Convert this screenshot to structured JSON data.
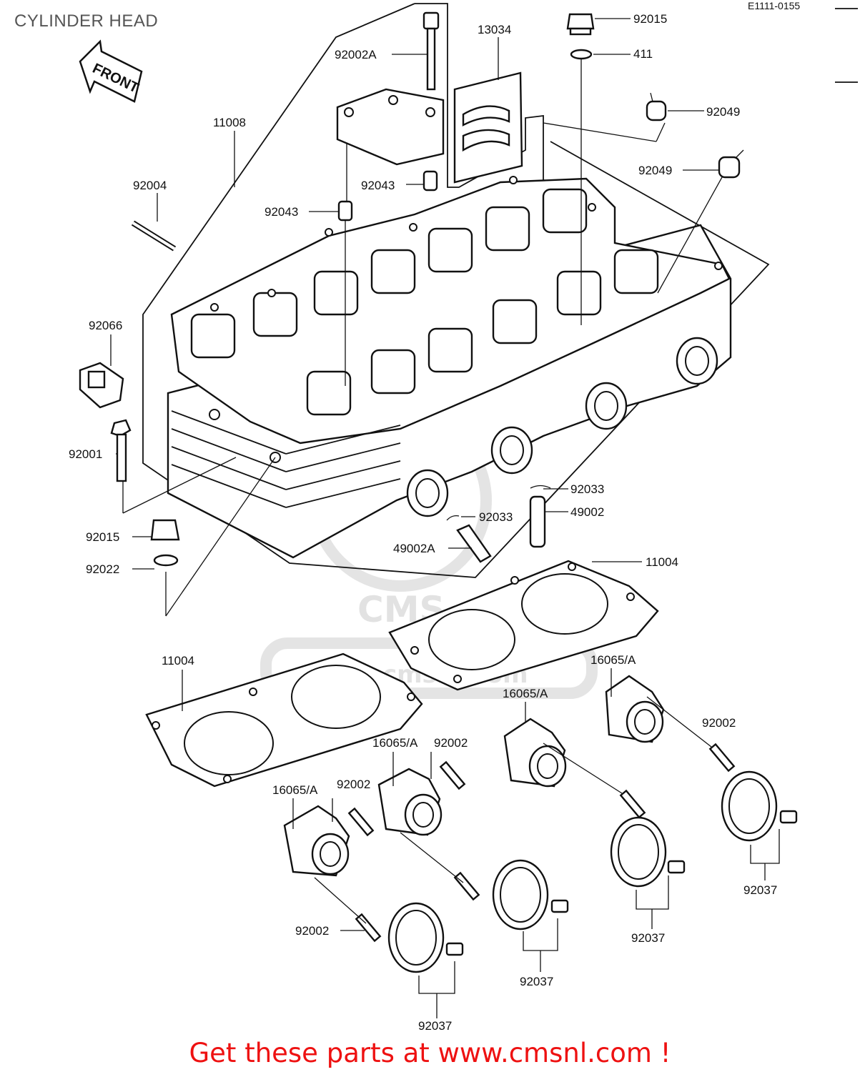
{
  "header": {
    "title": "CYLINDER HEAD",
    "diagram_code": "E1111-0155",
    "front_arrow_label": "FRONT"
  },
  "footer": {
    "banner": "Get these parts at www.cmsnl.com !"
  },
  "watermark": {
    "text": "CMS",
    "url_text": "www.cmsnl.com"
  },
  "colors": {
    "banner": "#ee1111",
    "line_art": "#111111",
    "watermark": "#e4e4e4"
  },
  "callouts": [
    "92015",
    "92002A",
    "13034",
    "411",
    "92049",
    "11008",
    "92049",
    "92004",
    "92043",
    "92043",
    "92066",
    "92001",
    "92033",
    "49002",
    "92033",
    "92015",
    "49002A",
    "92022",
    "11004",
    "11004",
    "16065/A",
    "16065/A",
    "92002",
    "16065/A",
    "92002",
    "16065/A",
    "92002",
    "92037",
    "92037",
    "92002",
    "92037",
    "92037"
  ]
}
